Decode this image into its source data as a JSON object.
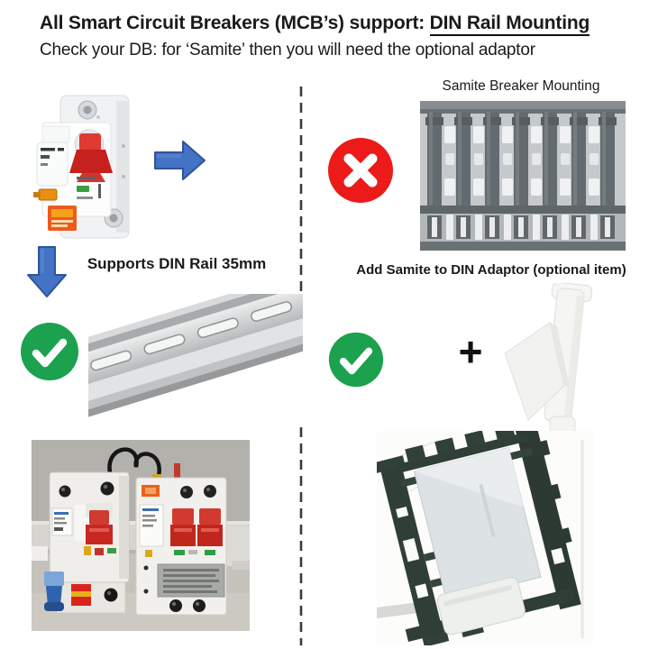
{
  "header": {
    "title_prefix": "All Smart Circuit Breakers (MCB’s) support: ",
    "title_underlined": "DIN Rail Mounting",
    "subtitle": "Check your DB: for ‘Samite’ then you will need the optional adaptor"
  },
  "left_column": {
    "din_caption": "Supports DIN Rail 35mm"
  },
  "right_column": {
    "samite_caption": "Samite Breaker Mounting",
    "adaptor_caption": "Add Samite to DIN Adaptor (optional item)",
    "plus_sign": "+"
  },
  "colors": {
    "arrow_blue": "#4472C4",
    "arrow_blue_border": "#30539A",
    "check_green": "#1CA14E",
    "cross_red": "#ED1A1A",
    "text_black": "#1A1A1A"
  }
}
